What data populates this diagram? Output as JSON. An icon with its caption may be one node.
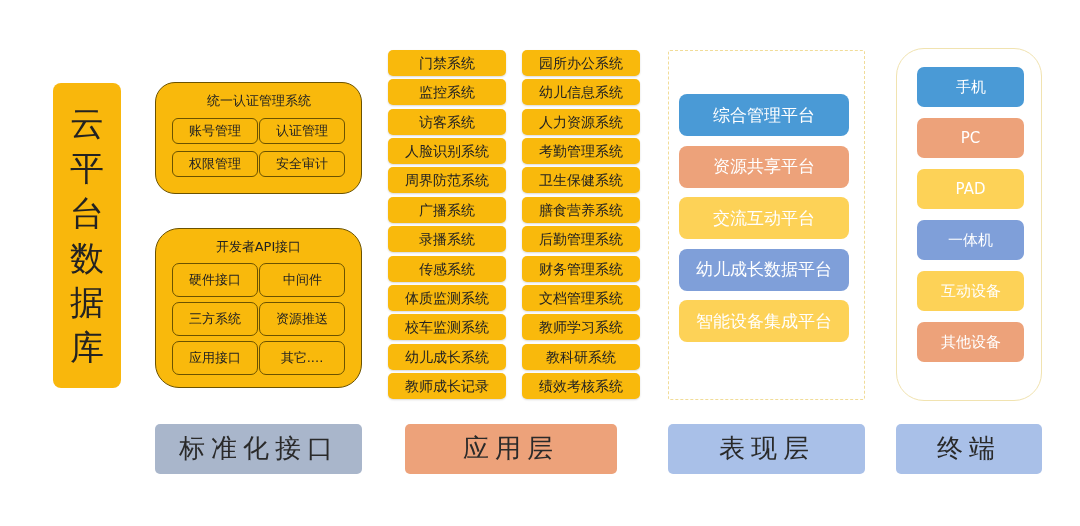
{
  "diagram": {
    "nodes": [
      {
        "text": [
          "云平台数据库"
        ]
      },
      {
        "text": [
          "统一认证管理系统"
        ]
      },
      {
        "text": [
          "账号管理"
        ],
        "in": 1
      },
      {
        "text": [
          "认证管理"
        ],
        "in": 1
      },
      {
        "text": [
          "权限管理"
        ],
        "in": 1
      },
      {
        "text": [
          "安全审计"
        ],
        "in": 1
      },
      {
        "text": [
          "开发者API接口"
        ]
      },
      {
        "text": [
          "硬件接口"
        ],
        "in": 6
      },
      {
        "text": [
          "中间件"
        ],
        "in": 6
      },
      {
        "text": [
          "三方系统"
        ],
        "in": 6
      },
      {
        "text": [
          "资源推送"
        ],
        "in": 6
      },
      {
        "text": [
          "应用接口"
        ],
        "in": 6
      },
      {
        "text": [
          "其它...."
        ],
        "in": 6
      },
      {
        "text": [
          "门禁系统"
        ]
      },
      {
        "text": [
          "监控系统"
        ]
      },
      {
        "text": [
          "访客系统"
        ]
      },
      {
        "text": [
          "人脸识别系统"
        ]
      },
      {
        "text": [
          "周界防范系统"
        ]
      },
      {
        "text": [
          "广播系统"
        ]
      },
      {
        "text": [
          "录播系统"
        ]
      },
      {
        "text": [
          "传感系统"
        ]
      },
      {
        "text": [
          "体质监测系统"
        ]
      },
      {
        "text": [
          "校车监测系统"
        ]
      },
      {
        "text": [
          "幼儿成长系统"
        ]
      },
      {
        "text": [
          "教师成长记录"
        ]
      },
      {
        "text": [
          "园所办公系统"
        ]
      },
      {
        "text": [
          "幼儿信息系统"
        ]
      },
      {
        "text": [
          "人力资源系统"
        ]
      },
      {
        "text": [
          "考勤管理系统"
        ]
      },
      {
        "text": [
          "卫生保健系统"
        ]
      },
      {
        "text": [
          "膳食营养系统"
        ]
      },
      {
        "text": [
          "后勤管理系统"
        ]
      },
      {
        "text": [
          "财务管理系统"
        ]
      },
      {
        "text": [
          "文档管理系统"
        ]
      },
      {
        "text": [
          "教师学习系统"
        ]
      },
      {
        "text": [
          "教科研系统"
        ]
      },
      {
        "text": [
          "绩效考核系统"
        ]
      },
      {
        "text": [],
        "shape": "box"
      },
      {
        "text": [
          "综合管理平台"
        ],
        "in": 37
      },
      {
        "text": [
          "资源共享平台"
        ],
        "in": 37
      },
      {
        "text": [
          "交流互动平台"
        ],
        "in": 37
      },
      {
        "text": [
          "幼儿成长数据平台"
        ],
        "in": 37
      },
      {
        "text": [
          "智能设备集成平台"
        ],
        "in": 37
      },
      {
        "text": [],
        "shape": "box"
      },
      {
        "text": [
          "手机"
        ],
        "in": 43
      },
      {
        "text": [
          "PC"
        ],
        "in": 43
      },
      {
        "text": [
          "PAD"
        ],
        "in": 43
      },
      {
        "text": [
          "一体机"
        ],
        "in": 43
      },
      {
        "text": [
          "互动设备"
        ],
        "in": 43
      },
      {
        "text": [
          "其他设备"
        ],
        "in": 43
      },
      {
        "text": [
          "标准化接口"
        ]
      },
      {
        "text": [
          "应用层"
        ]
      },
      {
        "text": [
          "表现层"
        ]
      },
      {
        "text": [
          "终端"
        ]
      }
    ]
  }
}
